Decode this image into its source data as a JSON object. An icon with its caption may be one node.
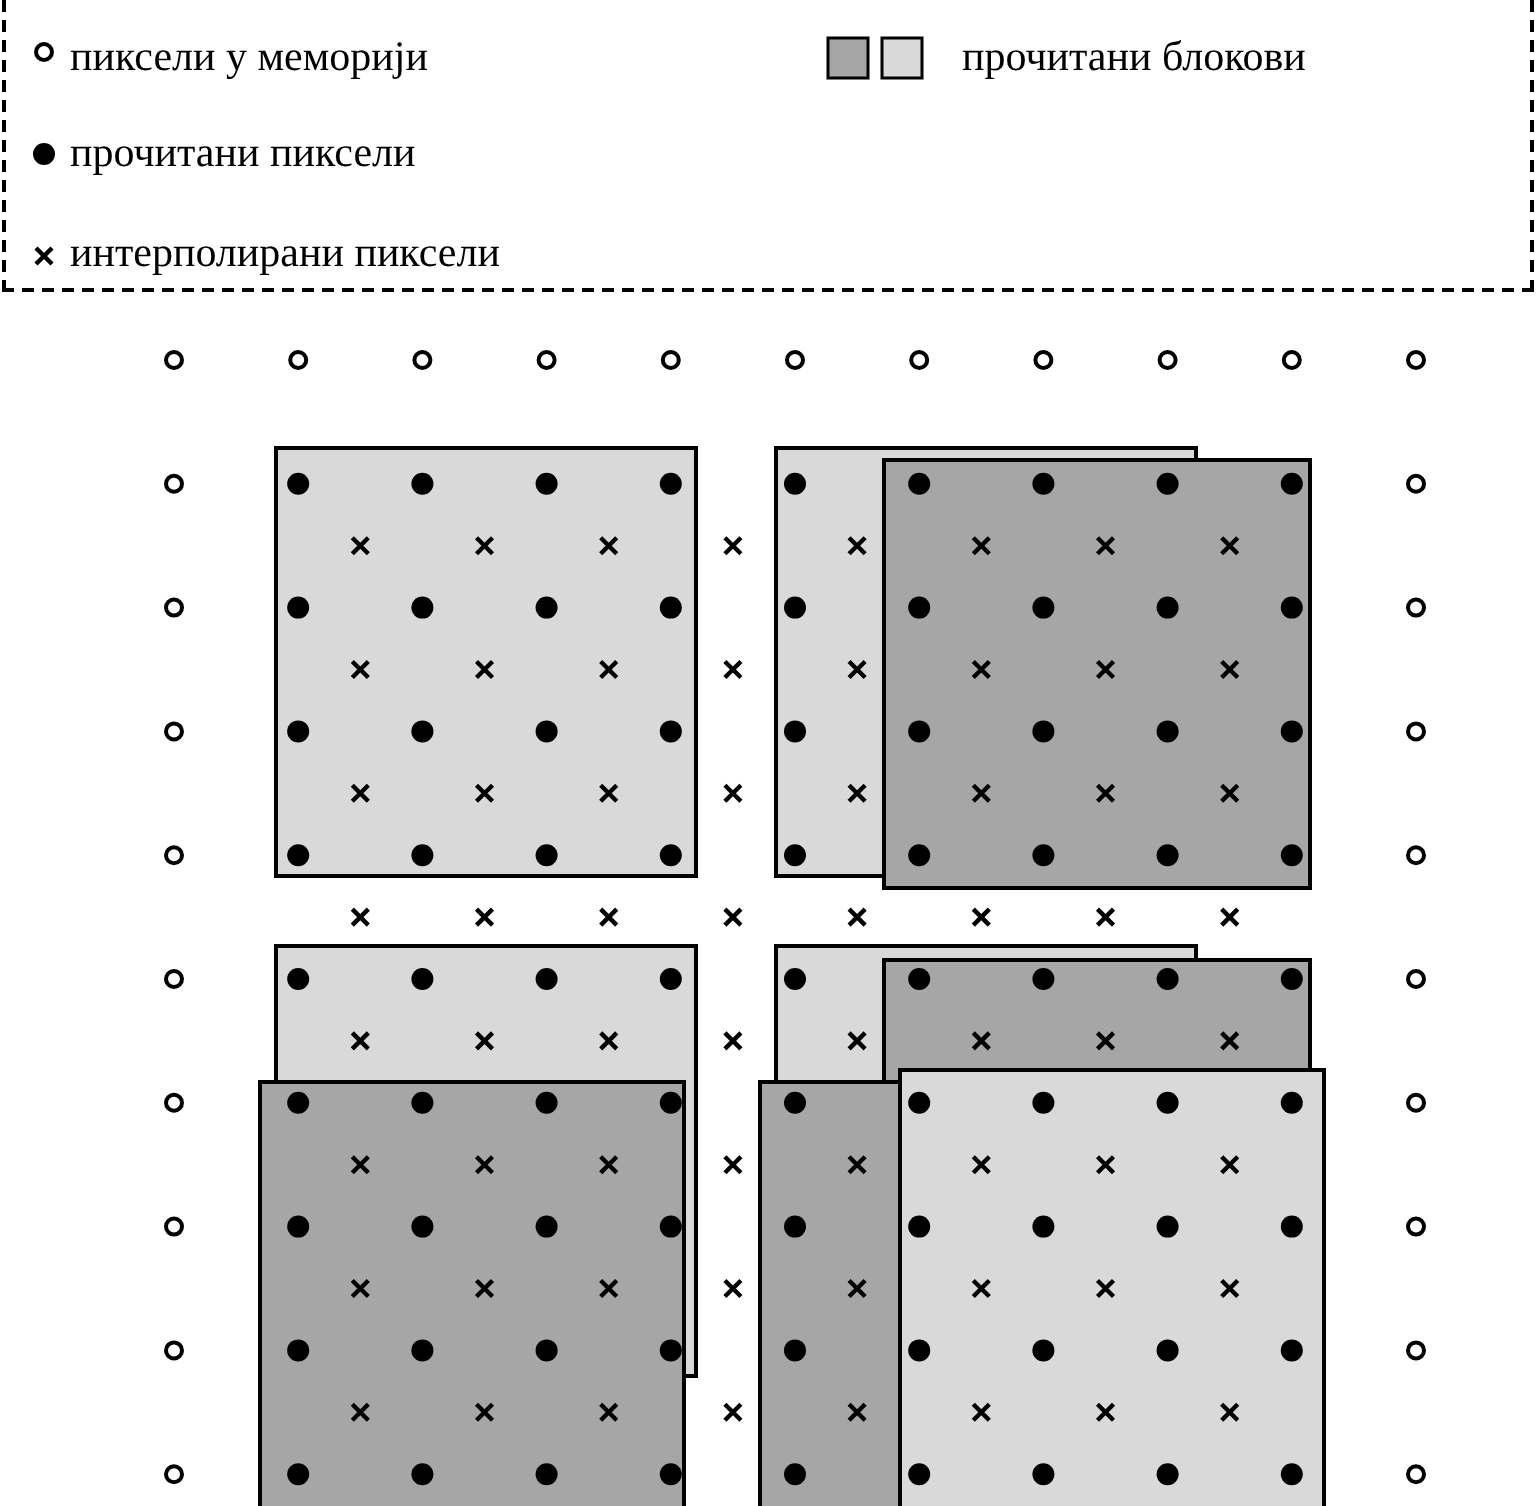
{
  "diagram": {
    "legend": [
      {
        "text": "пиксели у меморији"
      },
      {
        "text": "прочитани блокови"
      },
      {
        "text": "прочитани пиксели"
      },
      {
        "text": "интерполирани пиксели"
      }
    ]
  }
}
